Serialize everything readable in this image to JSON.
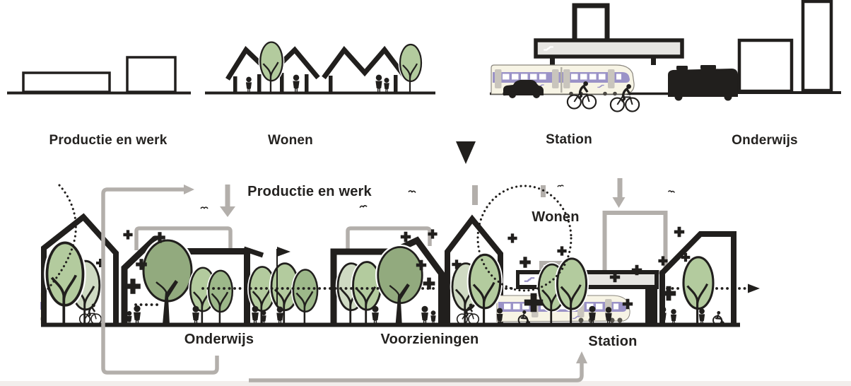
{
  "top_row": {
    "items": [
      {
        "id": "productie",
        "label": "Productie en werk"
      },
      {
        "id": "wonen",
        "label": "Wonen"
      },
      {
        "id": "station",
        "label": "Station"
      },
      {
        "id": "onderwijs",
        "label": "Onderwijs"
      }
    ]
  },
  "transition_marker": {
    "shape": "triangle-down"
  },
  "bottom_scene": {
    "labels": {
      "productie_en_werk": "Productie en werk",
      "wonen": "Wonen",
      "onderwijs": "Onderwijs",
      "voorzieningen": "Voorzieningen",
      "station": "Station"
    }
  },
  "icons": [
    "tree-icon",
    "person-icon",
    "cyclist-icon",
    "wheelchair-user-icon",
    "bird-icon",
    "ns-logo-icon",
    "train-icon",
    "car-icon",
    "bus-icon",
    "flag-icon",
    "plus-marker",
    "down-arrow-icon",
    "flow-loop-arrow",
    "dotted-route-arrow",
    "transition-arrow-icon"
  ],
  "colors": {
    "ink": "#211f1d",
    "arrow_gray": "#b3afab",
    "green_light": "#b3cb9e",
    "green_mid": "#9db88a",
    "green_dark": "#92aa7e",
    "green_pale": "#cfdac3",
    "purple": "#9b93c7",
    "cream": "#f7f4e5",
    "door_gray": "#c9c5bd",
    "canopy_gray": "#e6e5e2",
    "footer_band": "#f2eeec",
    "label_color": "#242220"
  }
}
